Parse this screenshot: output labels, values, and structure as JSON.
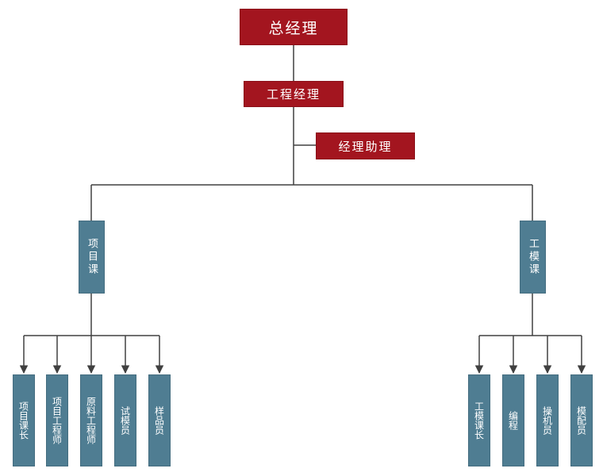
{
  "org": {
    "ceo": "总经理",
    "eng_manager": "工程经理",
    "assistant": "经理助理",
    "project_dept": "项目课",
    "tooling_dept": "工模课",
    "project_staff": [
      "项目课长",
      "项目工程师",
      "原料工程师",
      "试模员",
      "样品员"
    ],
    "tooling_staff": [
      "工模课长",
      "编程",
      "操机员",
      "模配员"
    ]
  },
  "colors": {
    "management": "#a3151f",
    "department": "#4f7d92",
    "connector": "#404040"
  }
}
